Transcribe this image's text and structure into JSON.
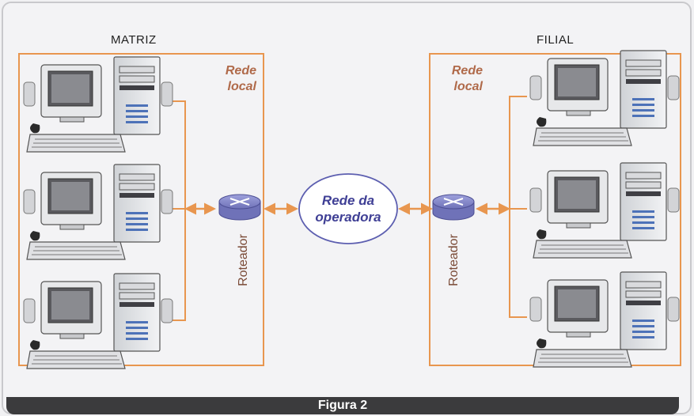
{
  "figure": {
    "caption": "Figura 2",
    "left_site": {
      "title": "MATRIZ",
      "lan_line1": "Rede",
      "lan_line2": "local",
      "router_label": "Roteador"
    },
    "right_site": {
      "title": "FILIAL",
      "lan_line1": "Rede",
      "lan_line2": "local",
      "router_label": "Roteador"
    },
    "carrier": {
      "line1": "Rede da",
      "line2": "operadora"
    }
  },
  "colors": {
    "box_border": "#e8964f",
    "link_orange": "#e8964f",
    "router_blue": "#7d80c4",
    "cloud_border": "#5d5fb0",
    "caption_bg": "#3b3b3d"
  },
  "icons": [
    "computer-icon",
    "router-icon",
    "carrier-network-icon",
    "bidirectional-arrow-icon"
  ]
}
